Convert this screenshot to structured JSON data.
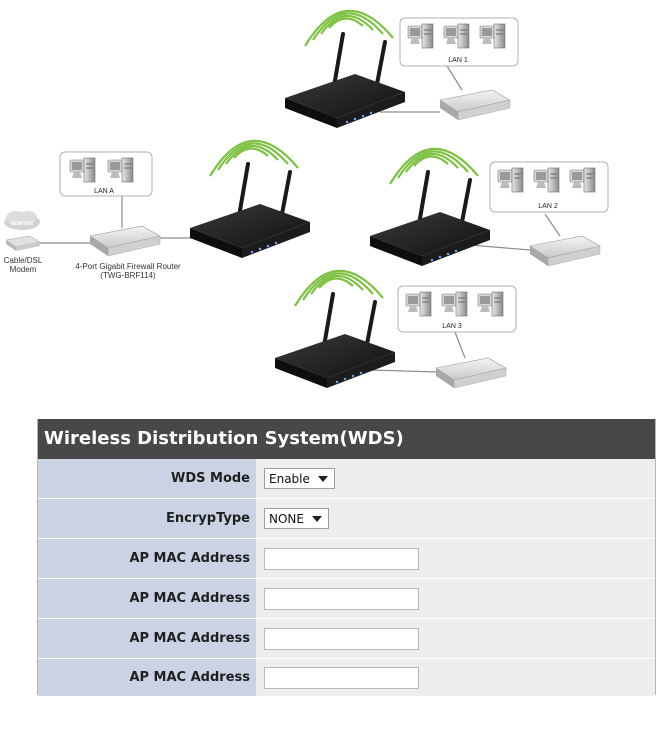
{
  "diagram": {
    "internet_label": "Internet",
    "modem_label_line1": "Cable/DSL",
    "modem_label_line2": "Modem",
    "router_label_line1": "4-Port Gigabit Firewall Router",
    "router_label_line2": "(TWG-BRF114)",
    "lan_labels": {
      "lan_a": "LAN A",
      "lan_1": "LAN 1",
      "lan_2": "LAN 2",
      "lan_3": "LAN 3"
    }
  },
  "wds": {
    "title": "Wireless Distribution System(WDS)",
    "rows": [
      {
        "label": "WDS Mode",
        "type": "select",
        "value": "Enable"
      },
      {
        "label": "EncrypType",
        "type": "select",
        "value": "NONE"
      },
      {
        "label": "AP MAC Address",
        "type": "input",
        "value": ""
      },
      {
        "label": "AP MAC Address",
        "type": "input",
        "value": ""
      },
      {
        "label": "AP MAC Address",
        "type": "input",
        "value": ""
      },
      {
        "label": "AP MAC Address",
        "type": "input",
        "value": ""
      }
    ]
  },
  "colors": {
    "header_bg": "#484848",
    "label_bg": "#c9d3e3",
    "value_bg": "#eeeeee",
    "wifi_green": "#7dc242"
  }
}
